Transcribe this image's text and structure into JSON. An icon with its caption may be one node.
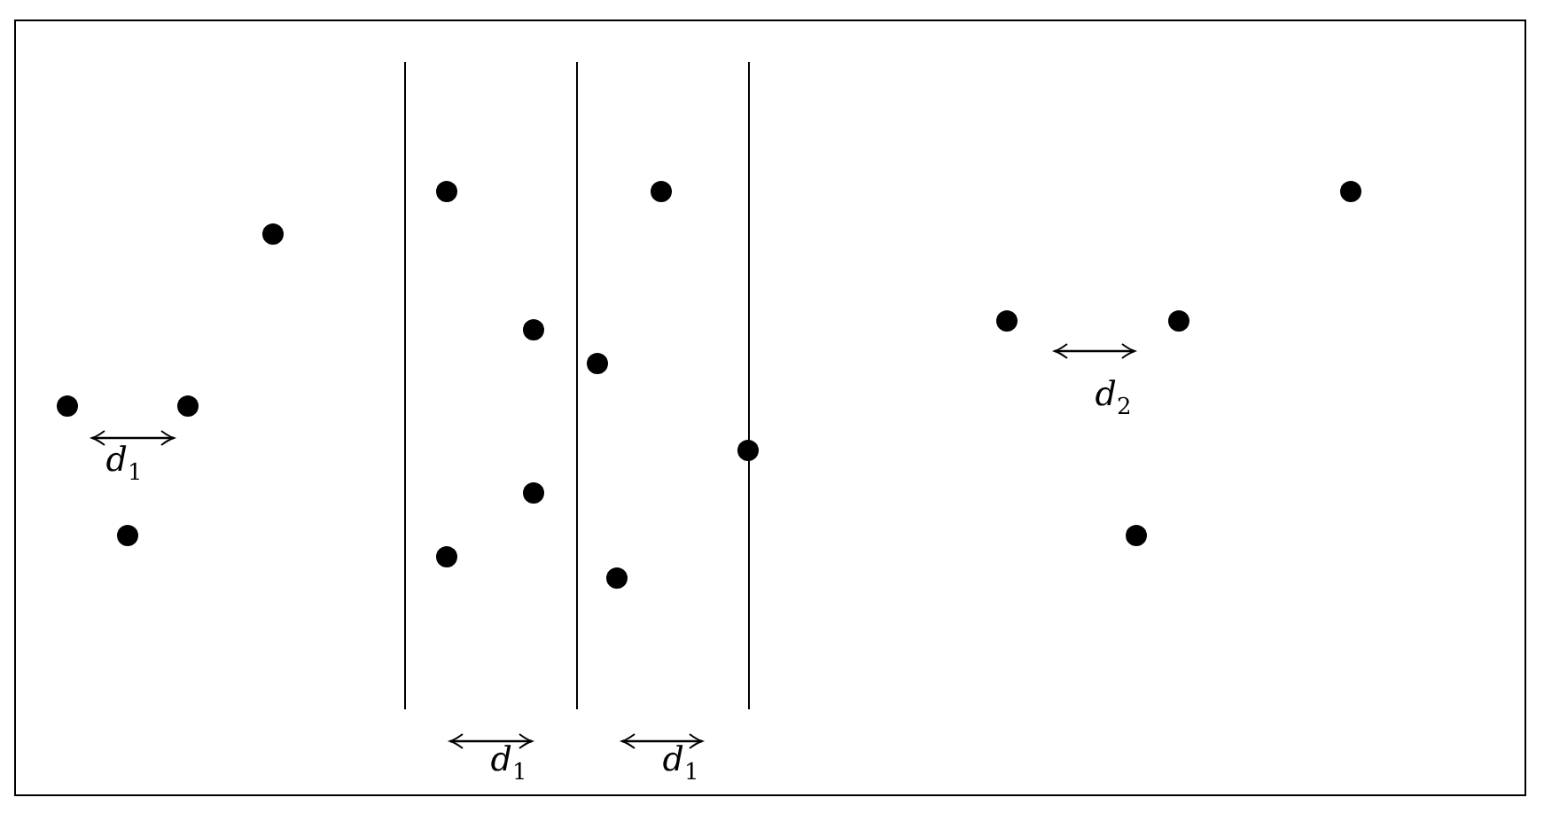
{
  "diagram": {
    "labels": [
      "*d*$_{1}$",
      "*d*$_{1}$",
      "*d*$_{1}$",
      "*d*$_{2}$"
    ]
  }
}
